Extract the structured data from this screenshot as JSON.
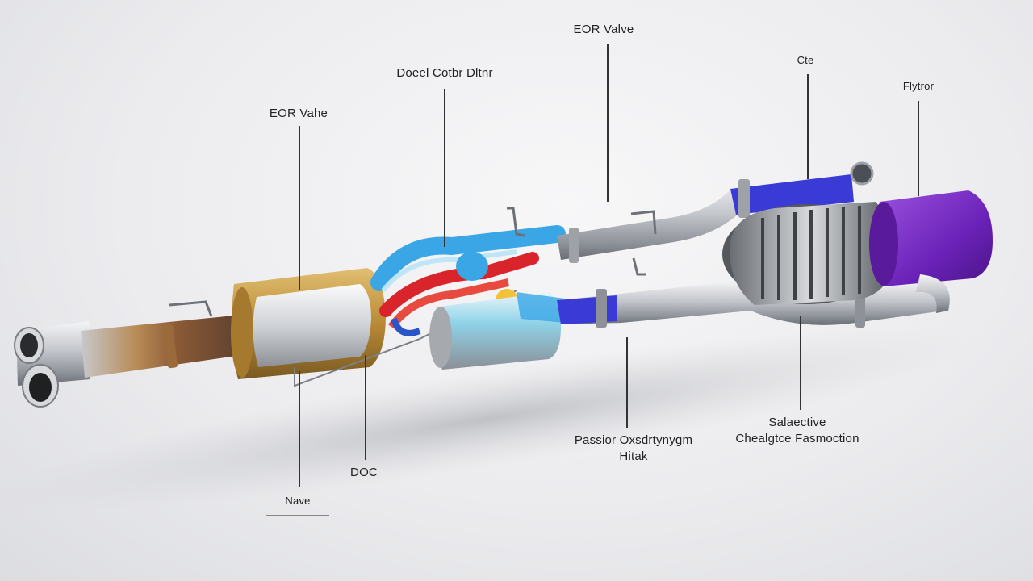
{
  "labels": {
    "egr_valve_top": "EOR Valve",
    "diesel_filter": "Doeel Cotbr Dltnr",
    "egr_valve_left": "EOR Vahe",
    "cte": "Cte",
    "flyhor": "Flytror",
    "doc": "DOC",
    "nave": "Nave",
    "passive_line1": "Passior Oxsdrtynygm",
    "passive_line2": "Hitak",
    "selective_line1": "Salaective",
    "selective_line2": "Chealgtce Fasmoction"
  },
  "colors": {
    "hot_flow": "#d9242b",
    "cool_flow": "#3aa6e6",
    "egr_flow": "#3a3ad6",
    "scr_body": "#7b2fc0",
    "doc_shell": "#c99b3c",
    "steel": "#b9bcc2"
  }
}
